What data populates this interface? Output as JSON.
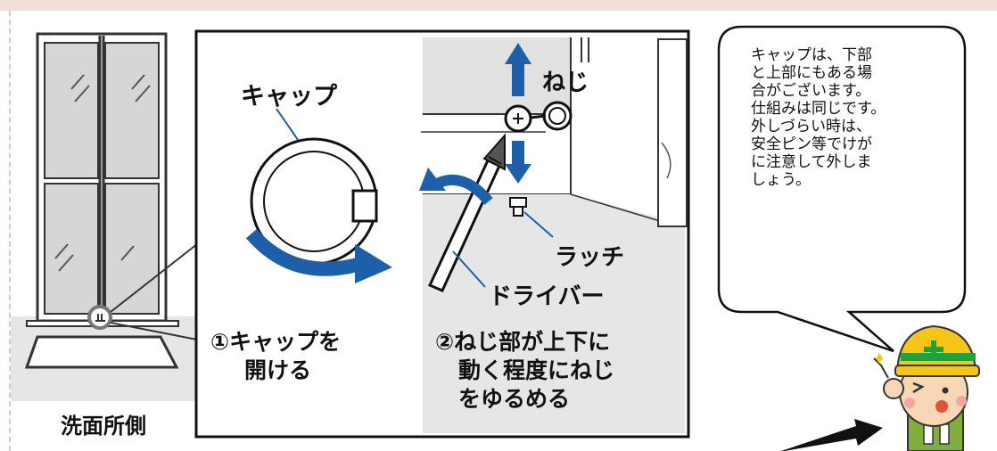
{
  "labels": {
    "side": "洗面所側",
    "cap": "キャップ",
    "screw": "ねじ",
    "latch": "ラッチ",
    "driver": "ドライバー"
  },
  "steps": {
    "step1_line1": "①キャップを",
    "step1_line2": "開ける",
    "step2_line1": "②ねじ部が上下に",
    "step2_line2": "動く程度にねじ",
    "step2_line3": "をゆるめる"
  },
  "bubble": {
    "text": "キャップは、下部\nと上部にもある場\n合がございます。\n仕組みは同じです。\n外しづらい時は、\n安全ピン等でけが\nに注意して外しま\nしょう。"
  },
  "mascot": {
    "helmet_color": "#f5c518",
    "helmet_stripe_color": "#22a03a",
    "shirt_color": "#7fae3c"
  },
  "colors": {
    "arrow_blue": "#1d5fa8",
    "frame_pink": "#f2ded9"
  }
}
